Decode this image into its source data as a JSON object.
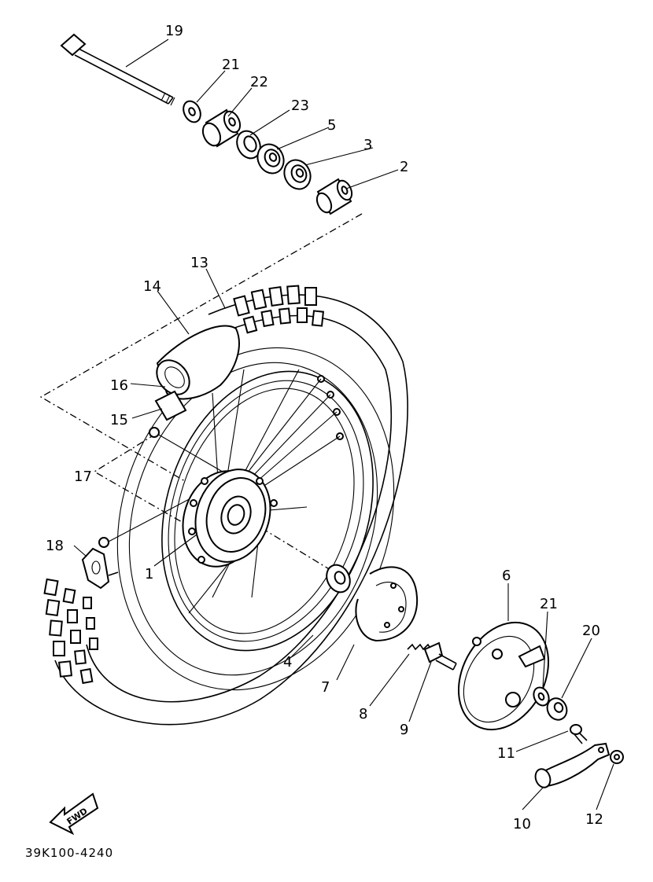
{
  "labels": {
    "p1": "1",
    "p2": "2",
    "p3": "3",
    "p4": "4",
    "p5": "5",
    "p6": "6",
    "p7": "7",
    "p8": "8",
    "p9": "9",
    "p10": "10",
    "p11": "11",
    "p12": "12",
    "p13": "13",
    "p14": "14",
    "p15": "15",
    "p16": "16",
    "p17": "17",
    "p18": "18",
    "p19": "19",
    "p20": "20",
    "p21a": "21",
    "p21b": "21",
    "p22": "22",
    "p23": "23"
  },
  "fwd_arrow": "FWD",
  "diagram_code": "39K100-4240"
}
